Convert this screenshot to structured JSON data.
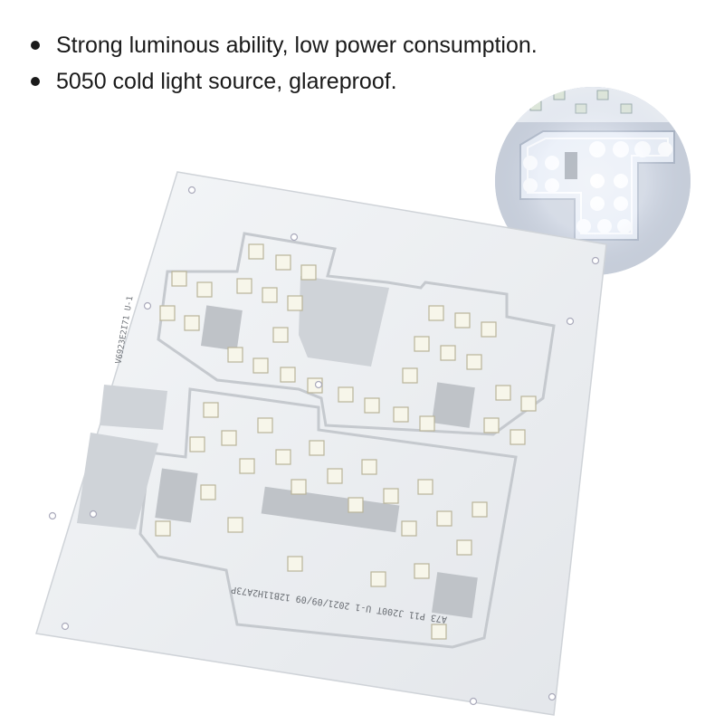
{
  "features": [
    "Strong luminous ability, low power consumption.",
    "5050 cold light source, glareproof."
  ],
  "board_markings": {
    "main": "A73 P11 J200T U-1 2021/09/09 12B11H2A73P",
    "part": "V6923E2I71 U-1"
  },
  "colors": {
    "text": "#1a1a1a",
    "pcb": "#eef0f2",
    "led_glow": "#ffffff"
  }
}
